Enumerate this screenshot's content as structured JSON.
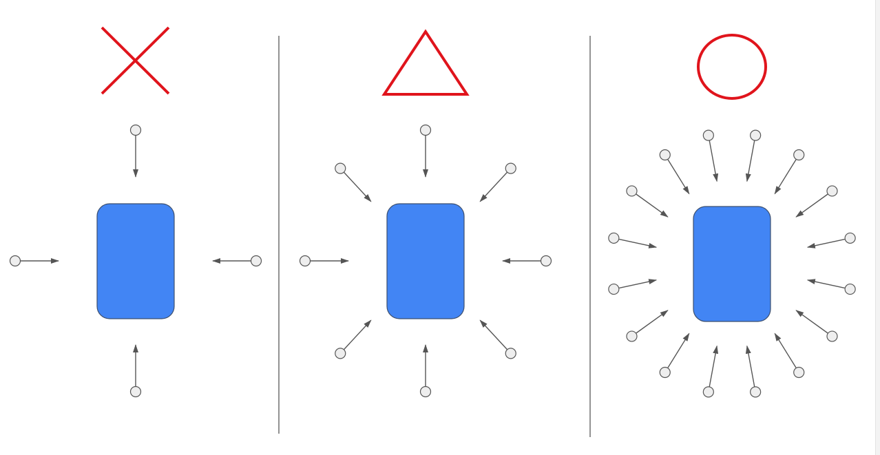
{
  "colors": {
    "background": "#ffffff",
    "divider": "#777777",
    "mark_red": "#e0141c",
    "block_fill": "#4285f4",
    "block_stroke": "#3c4f6e",
    "arrow": "#555555",
    "node_fill": "#eeeeee",
    "node_stroke": "#555555"
  },
  "panels": [
    {
      "mark": "cross-mark-icon",
      "arrow_count": 4
    },
    {
      "mark": "triangle-mark-icon",
      "arrow_count": 8
    },
    {
      "mark": "circle-mark-icon",
      "arrow_count": 16
    }
  ]
}
